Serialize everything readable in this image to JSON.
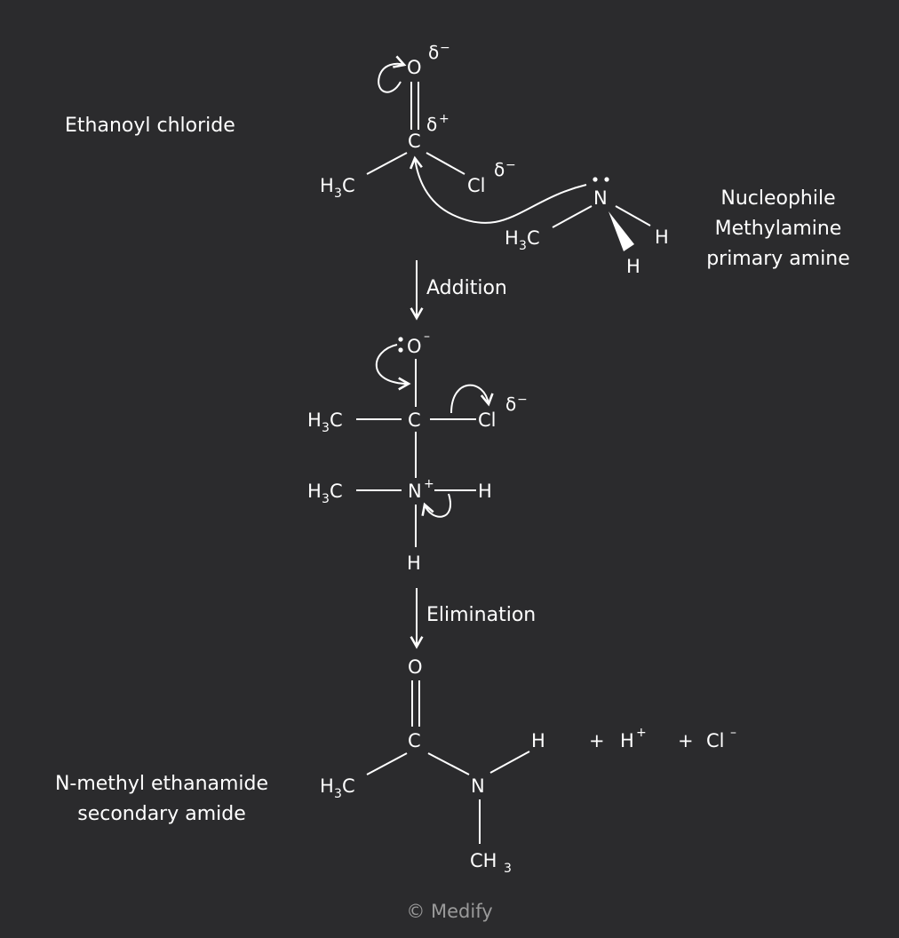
{
  "labels": {
    "ethanoyl_chloride": "Ethanoyl chloride",
    "nucleophile": "Nucleophile",
    "methylamine": "Methylamine",
    "primary_amine": "primary amine",
    "addition": "Addition",
    "elimination": "Elimination",
    "n_methyl_ethanamide": "N-methyl ethanamide",
    "secondary_amide": "secondary amide",
    "copyright": "© Medify"
  },
  "atoms": {
    "O": "O",
    "C": "C",
    "Cl": "Cl",
    "N": "N",
    "H": "H",
    "H3C_main": "H",
    "three": "3",
    "C_suffix": "C",
    "CH": "CH"
  },
  "charges": {
    "delta_minus": "δ",
    "delta_plus": "δ",
    "minus": "−",
    "plus": "+",
    "minus_sup": "–"
  },
  "products": {
    "plus_sign": "+",
    "H": "H",
    "Cl": "Cl"
  }
}
